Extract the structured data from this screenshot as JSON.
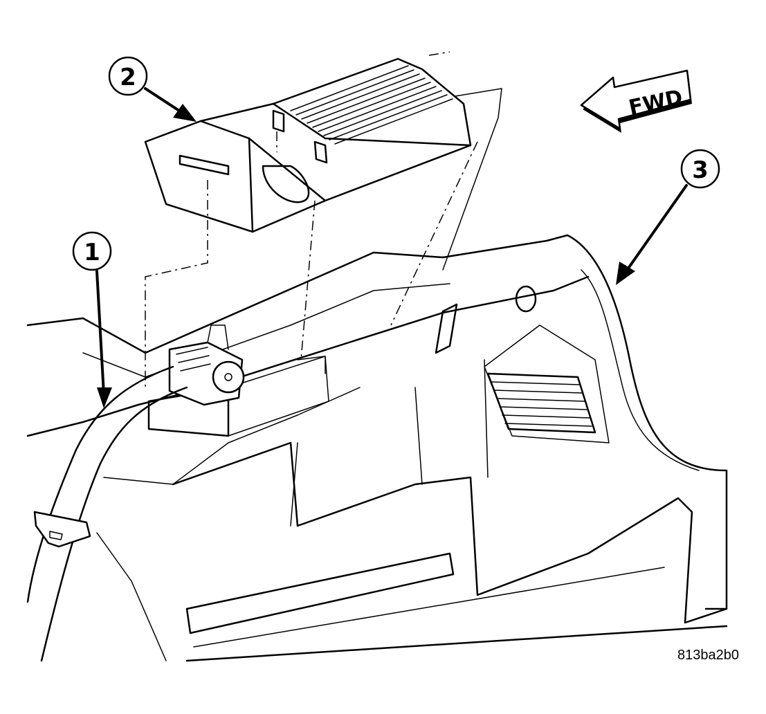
{
  "callouts": [
    {
      "number": "1"
    },
    {
      "number": "2"
    },
    {
      "number": "3"
    }
  ],
  "direction": {
    "label": "FWD"
  },
  "figure_code": "813ba2b0",
  "colors": {
    "ink": "#000000",
    "paper": "#ffffff"
  }
}
